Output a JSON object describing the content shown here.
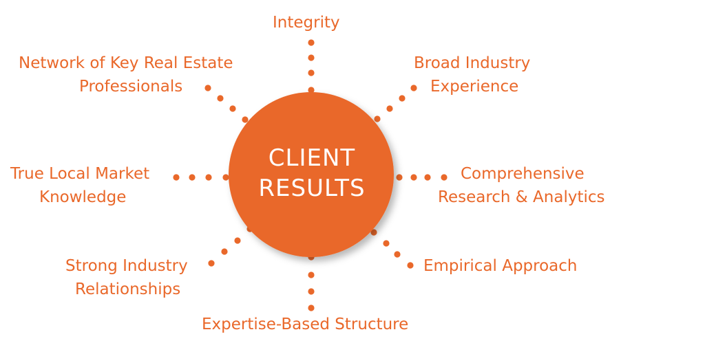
{
  "colors": {
    "accent": "#e9682a",
    "background": "#ffffff",
    "center_text": "#ffffff"
  },
  "center": {
    "lines": [
      "CLIENT",
      "RESULTS"
    ]
  },
  "nodes": [
    {
      "id": "integrity",
      "lines": [
        "Integrity"
      ]
    },
    {
      "id": "broad-industry-experience",
      "lines": [
        "Broad Industry",
        "Experience"
      ]
    },
    {
      "id": "comprehensive-research",
      "lines": [
        "Comprehensive",
        "Research & Analytics"
      ]
    },
    {
      "id": "empirical-approach",
      "lines": [
        "Empirical Approach"
      ]
    },
    {
      "id": "expertise-based-structure",
      "lines": [
        "Expertise-Based Structure"
      ]
    },
    {
      "id": "strong-industry-relationships",
      "lines": [
        "Strong Industry",
        "Relationships"
      ]
    },
    {
      "id": "true-local-market-knowledge",
      "lines": [
        "True Local Market",
        "Knowledge"
      ]
    },
    {
      "id": "network-of-professionals",
      "lines": [
        "Network of Key Real Estate",
        "Professionals"
      ]
    }
  ]
}
